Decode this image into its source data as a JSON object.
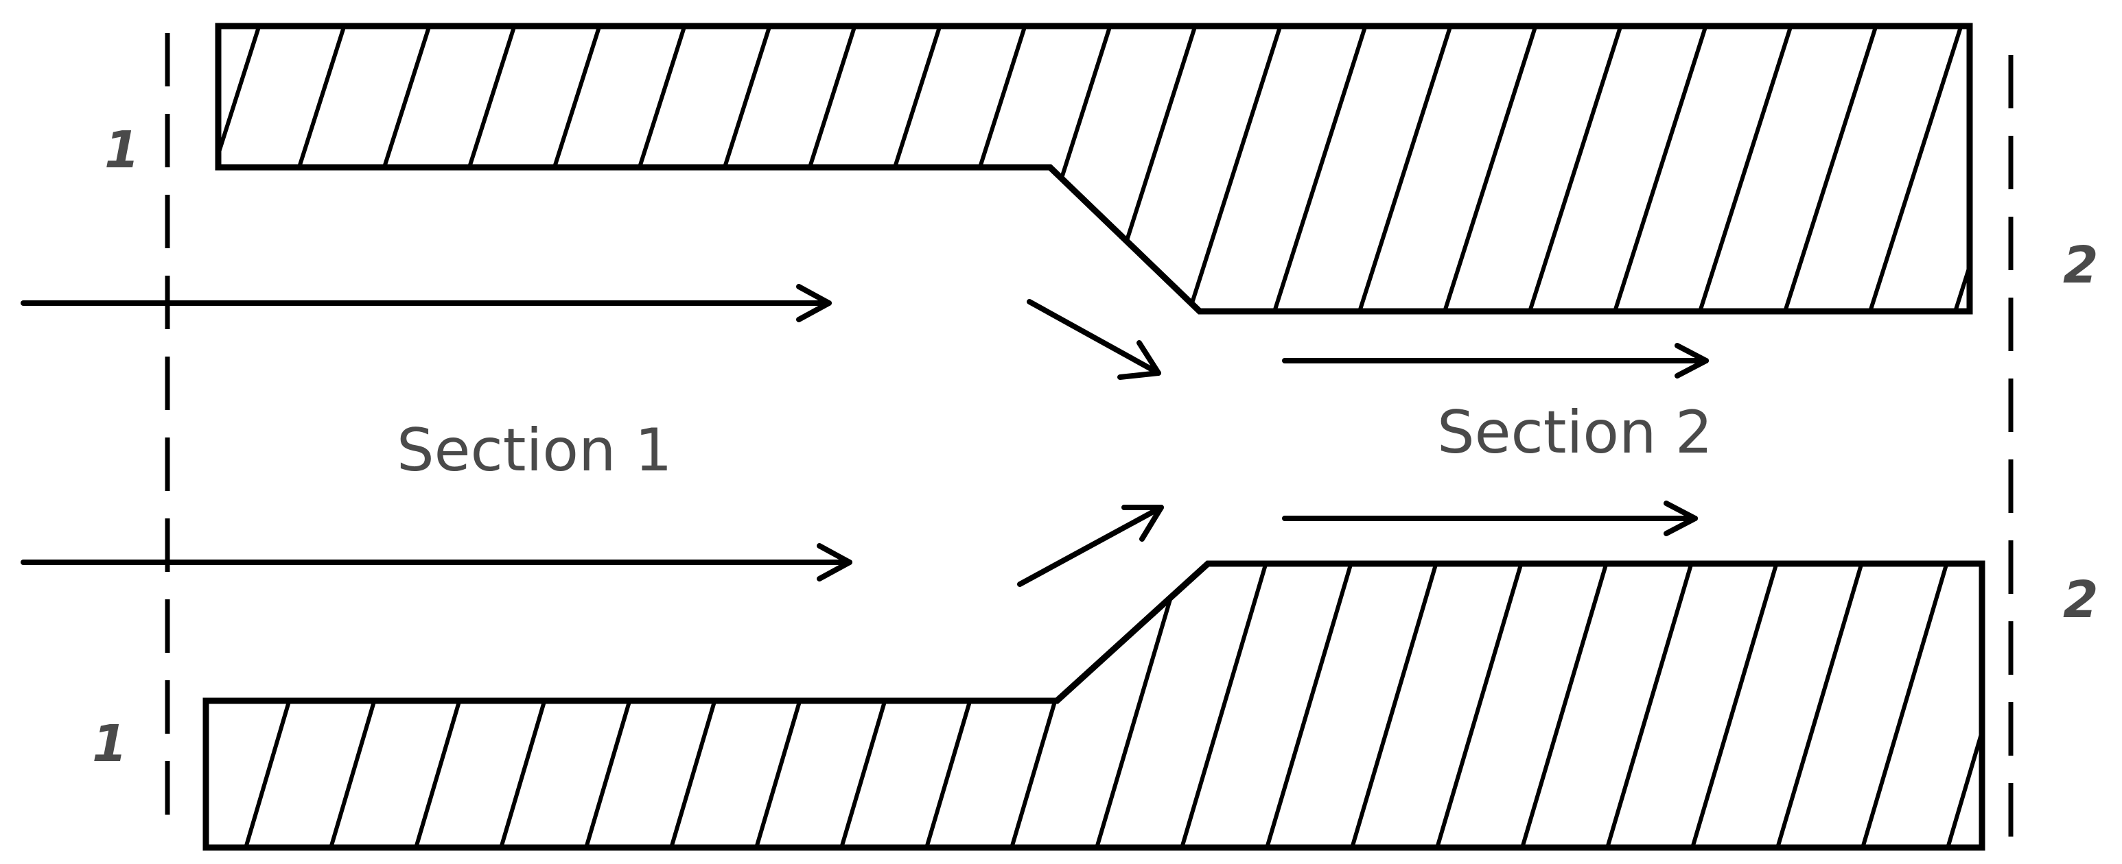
{
  "diagram": {
    "section_labels": [
      "Section 1",
      "Section 2"
    ],
    "station_labels": {
      "upper_left": "1",
      "lower_left": "1",
      "upper_right": "2",
      "lower_right": "2"
    },
    "colors": {
      "line": "#000000",
      "text": "#4a4a4a",
      "background": "#ffffff"
    }
  }
}
